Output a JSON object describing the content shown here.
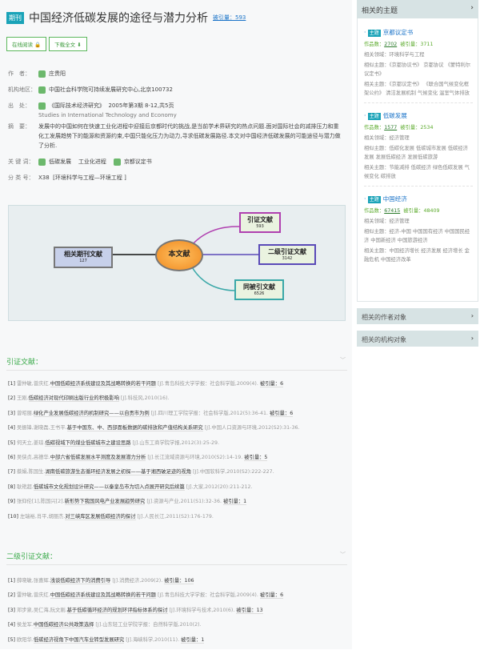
{
  "header": {
    "badge": "期刊",
    "title": "中国经济低碳发展的途径与潜力分析",
    "cited": "被引量：593"
  },
  "buttons": {
    "read_online": "在线阅读 🔒",
    "download": "下载全文 ⬇"
  },
  "meta": {
    "author_label": "作　者：",
    "author": "庄贵阳",
    "org_label": "机构地区：",
    "org": "中国社会科学院可持续发展研究中心,北京100732",
    "source_label": "出　处：",
    "source": "《国际技术经济研究》",
    "source_detail": "2005年第3期 8-12,共5页",
    "source_en": "Studies in International Technology and Economy",
    "abstract_label": "摘　要：",
    "abstract": "发展中的中国如何在快速工业化进程中迎接后京都时代的挑战,是当前学术界研究的热点问题.面对国际社会的减排压力和重化工发展趋势下的能源和资源约束,中国只能化压力为动力,寻求低碳发展路径.本文对中国经济低碳发展的可能途径与潜力做了分析.",
    "keywords_label": "关 键 词：",
    "keywords": [
      "低碳发展",
      "工业化进程",
      "京都议定书"
    ],
    "class_label": "分 类 号：",
    "class_code": "X38",
    "class_name": "[环境科学与工程—环境工程 ]"
  },
  "diagram": {
    "center": "本文献",
    "left": {
      "label": "相关期刊文献",
      "count": "127"
    },
    "cite": {
      "label": "引证文献",
      "count": "593"
    },
    "second": {
      "label": "二级引证文献",
      "count": "3142"
    },
    "co": {
      "label": "同被引文献",
      "count": "6526"
    }
  },
  "citing": {
    "title": "引证文献：",
    "items": [
      {
        "n": "[1]",
        "au": "雷仲敏,曾庆红.",
        "t": "中国低碳经济系统建设及其战略转换的若干问题",
        "src": "[J].青岛科技大学学报：社会科学版,2009(4).",
        "c": "被引量：6"
      },
      {
        "n": "[2]",
        "au": "王刚.",
        "t": "低碳经济对现代印刷出版行业的积极影响",
        "src": "[J].科技风,2010(16).",
        "c": ""
      },
      {
        "n": "[3]",
        "au": "曾昭丽.",
        "t": "绿化产业发展低碳经济的机制研究——以自贡市为例",
        "src": "[J].四川理工学院学报：社会科学版,2012(5):36-41.",
        "c": "被引量：6"
      },
      {
        "n": "[4]",
        "au": "吴振锋,谢晓磊,王书平.",
        "t": "基于中国东、中、西部面板数据的碳排放和产值结构关系研究",
        "src": "[J].中国人口资源与环境,2012(S2):31-36.",
        "c": ""
      },
      {
        "n": "[5]",
        "au": "何天立,姜琼.",
        "t": "低碳视域下的煤业低碳城市之建设思路",
        "src": "[J].山东工商学院学报,2012(3):25-29.",
        "c": ""
      },
      {
        "n": "[6]",
        "au": "吴侠贞,高德华.",
        "t": "中部六省低碳发展水平测度及发展潜力分析",
        "src": "[J].长江流域资源与环境,2010(S2):14-19.",
        "c": "被引量：5"
      },
      {
        "n": "[7]",
        "au": "蔡娟,陈国生.",
        "t": "湖南低碳旅游生态循环经济发展之初探——基于湘西破足迹的视角",
        "src": "[J].中国软科学,2010(S2):222-227.",
        "c": ""
      },
      {
        "n": "[8]",
        "au": "耿艳超.",
        "t": "低碳城市文化规划设计研究——以秦皇岛市为切入点展开研究后续篇",
        "src": "[J].大家,2012(20):211-212.",
        "c": ""
      },
      {
        "n": "[9]",
        "au": "张仰伦[1],陈国兴[2].",
        "t": "新形势下我国风电产业发展趋势研究",
        "src": "[J].资源与产业,2011(S1):32-36.",
        "c": "被引量：1"
      },
      {
        "n": "[10]",
        "au": "左瑞裕,肖平,胡丽杰.",
        "t": "对三峡库区发展低碳经济的探讨",
        "src": "[J].人民长江,2011(S2):176-179.",
        "c": ""
      }
    ]
  },
  "second": {
    "title": "二级引证文献：",
    "items": [
      {
        "n": "[1]",
        "au": "薛晓敏,张喜辉.",
        "t": "浅谈低碳经济下的消费引导",
        "src": "[J].消费经济,2009(2).",
        "c": "被引量：106"
      },
      {
        "n": "[2]",
        "au": "雷仲敏,曾庆红.",
        "t": "中国低碳经济系统建设及其战略转换的若干问题",
        "src": "[J].青岛科技大学学报：社会科学版,2009(4).",
        "c": "被引量：6"
      },
      {
        "n": "[3]",
        "au": "邓步泉,吴仁海,阮文刚.",
        "t": "基于低碳循环经济的规划环评指标体系的探讨",
        "src": "[J].环境科学与技术,2010(6).",
        "c": "被引量：13"
      },
      {
        "n": "[4]",
        "au": "侯龙军.",
        "t": "中国低碳经济公共政策选择",
        "src": "[J].山东轻工业学院学报：自然科学版,2010(2).",
        "c": ""
      },
      {
        "n": "[5]",
        "au": "欧阳华.",
        "t": "低碳经济视角下中国汽车业转型发展研究",
        "src": "[J].海峡科学,2010(11).",
        "c": "被引量：1"
      }
    ]
  },
  "sidebar": {
    "title": "相关的主题",
    "topics": [
      {
        "badge": "主题",
        "name": "京都议定书",
        "works_label": "作品数：",
        "works": "2702",
        "cited": "被引量：3711",
        "field": "相关领域：环境科学与工程",
        "similar": "相似主题：《京都协议书》 京都协议 《蒙特利尔议定书》",
        "related": "相关主题：《京都议定书》 《联合国气候变化框架公约》 清洁发展机制 气候变化 温室气体排放"
      },
      {
        "badge": "主题",
        "name": "低碳发展",
        "works_label": "作品数：",
        "works": "1577",
        "cited": "被引量：2534",
        "field": "相关领域：经济管理",
        "similar": "相似主题：低碳化发展 低碳城市发展 低碳经济发展 发展低碳经济 发展低碳旅游",
        "related": "相关主题：节能减排 低碳经济 绿色低碳发展 气候变化 碳排放"
      },
      {
        "badge": "主题",
        "name": "中国经济",
        "works_label": "作品数：",
        "works": "67415",
        "cited": "被引量：48409",
        "field": "相关领域：经济管理",
        "similar": "相似主题：经济-中国 中国国有经济 中国国民经济 中国新经济 中国旅游经济",
        "related": "相关主题：中国经济增长 经济发展 经济增长 金融危机 中国经济改革"
      }
    ],
    "authors": "相关的作者对象",
    "orgs": "相关的机构对象"
  }
}
